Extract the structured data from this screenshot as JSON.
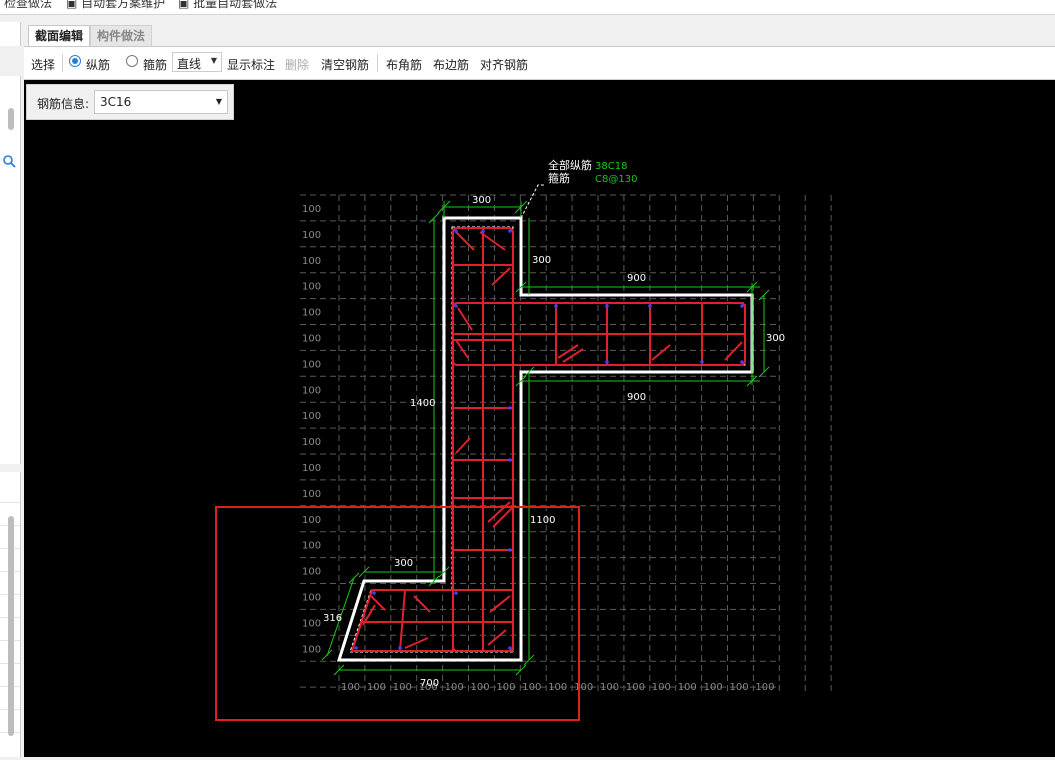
{
  "app": {
    "top_items": [
      "检查做法",
      "自动套方案维护",
      "批量自动套做法"
    ]
  },
  "tabs": [
    {
      "label": "截面编辑",
      "active": true
    },
    {
      "label": "构件做法",
      "active": false
    }
  ],
  "toolbar": {
    "select": "选择",
    "radio_longitudinal": "纵筋",
    "radio_stirrup": "箍筋",
    "line_type": "直线",
    "show_dims": "显示标注",
    "delete": "删除",
    "clear_rebar": "清空钢筋",
    "corner_rebar": "布角筋",
    "edge_rebar": "布边筋",
    "align_rebar": "对齐钢筋"
  },
  "rebar_info": {
    "label": "钢筋信息:",
    "value": "3C16"
  },
  "drawing": {
    "note_line1_label": "全部纵筋",
    "note_line1_value": "38C18",
    "note_line2_label": "箍筋",
    "note_line2_value": "C8@130",
    "dims": {
      "top_width": "300",
      "right_offset": "300",
      "flange_top": "900",
      "flange_height": "300",
      "flange_bottom": "900",
      "left_height": "1400",
      "right_height": "1100",
      "bottom_leg_top": "300",
      "bottom_leg_side": "316",
      "bottom_total": "700"
    },
    "grid_label": "100",
    "colors": {
      "background": "#000000",
      "grid": "#5a5a5a",
      "outline": "#ffffff",
      "rebar": "#e0202c",
      "dimension": "#19c819",
      "note_value": "#19c819",
      "highlight_box": "#e02020"
    }
  }
}
